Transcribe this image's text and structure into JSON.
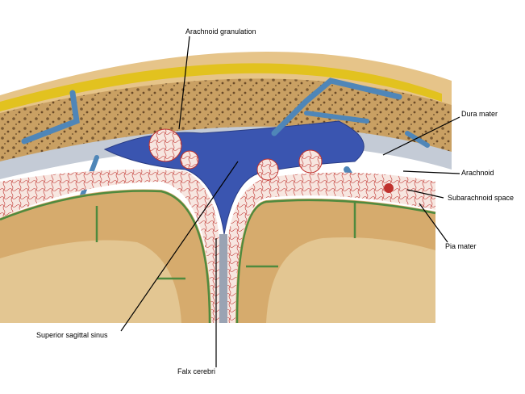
{
  "labels": {
    "arachnoid_granulation": "Arachnoid granulation",
    "dura_mater": "Dura mater",
    "arachnoid": "Arachnoid",
    "subarachnoid_space": "Subarachnoid space",
    "pia_mater": "Pia mater",
    "superior_sagittal_sinus": "Superior sagittal sinus",
    "falx_cerebri": "Falx cerebri"
  },
  "colors": {
    "background": "#ffffff",
    "scalp": "#e6c489",
    "periosteum_yellow": "#e2c21f",
    "skull_bone": "#c9a063",
    "bone_pores": "#7a5a33",
    "dura": "#c4cbd6",
    "sinus_blue": "#3a55b0",
    "vein_blue": "#4f86b8",
    "subarachnoid": "#f6e2dc",
    "capillary_red": "#c0322e",
    "pia_green": "#4f8a3e",
    "brain_tan": "#d6ab6d",
    "white_matter": "#e3c692"
  }
}
